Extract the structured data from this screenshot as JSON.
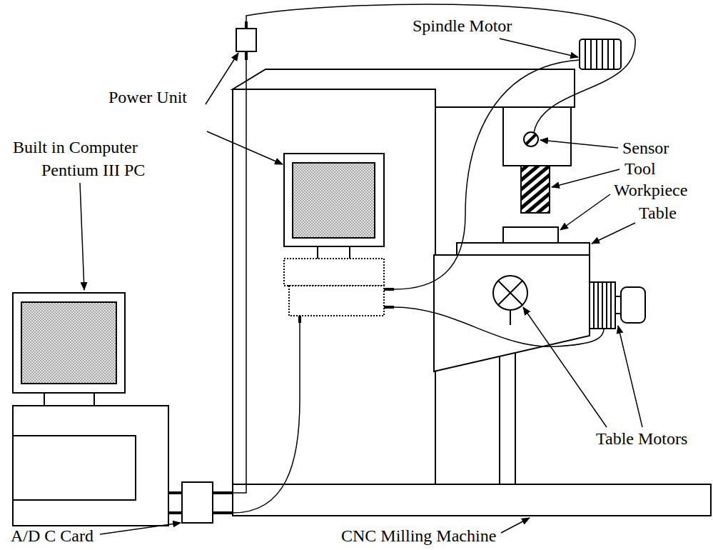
{
  "diagram": {
    "labels": [
      "Spindle Motor",
      "Power Unit",
      "Sensor",
      "Built in Computer",
      "Tool",
      "Pentium III PC",
      "Workpiece",
      "Table",
      "Table Motors",
      "A/D C Card",
      "CNC Milling Machine"
    ]
  }
}
